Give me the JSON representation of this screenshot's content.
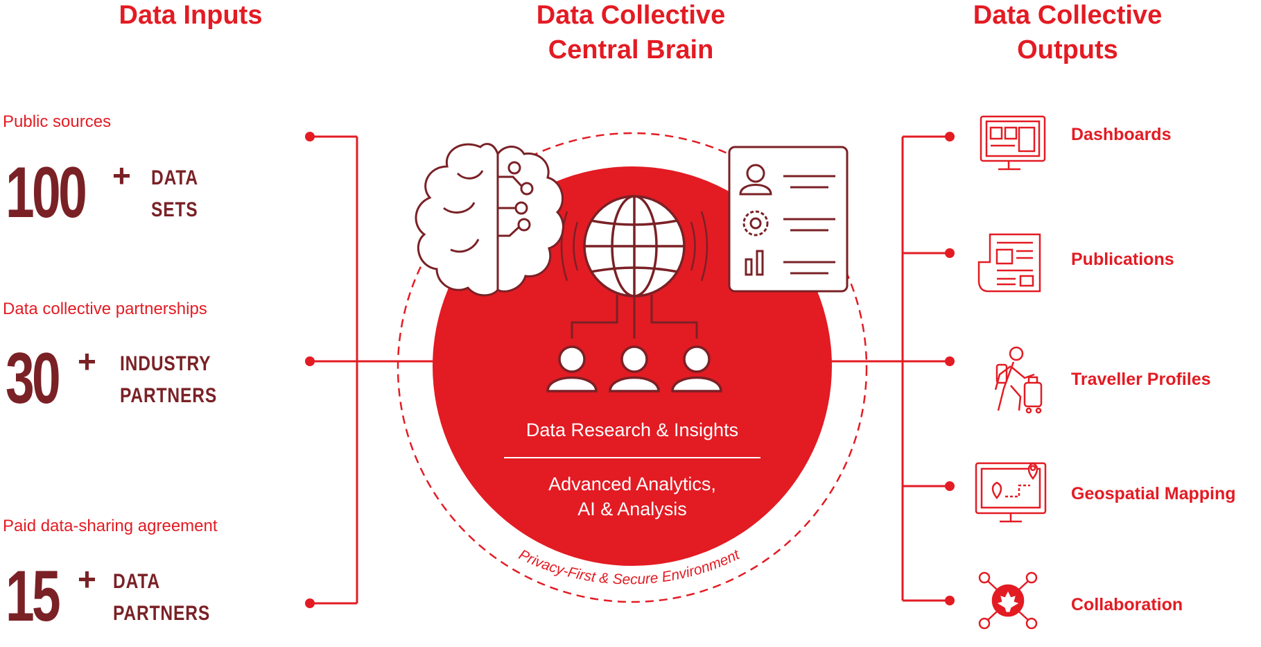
{
  "headings": {
    "inputs": "Data Inputs",
    "brain_line1": "Data Collective",
    "brain_line2": "Central Brain",
    "outputs_line1": "Data Collective",
    "outputs_line2": "Outputs"
  },
  "inputs": [
    {
      "label": "Public sources",
      "number": "100",
      "plus": "+",
      "unit_line1": "DATA",
      "unit_line2": "SETS"
    },
    {
      "label": "Data collective partnerships",
      "number": "30",
      "plus": "+",
      "unit_line1": "INDUSTRY",
      "unit_line2": "PARTNERS"
    },
    {
      "label": "Paid data-sharing agreement",
      "number": "15",
      "plus": "+",
      "unit_line1": "DATA",
      "unit_line2": "PARTNERS"
    }
  ],
  "center": {
    "line1": "Data Research & Insights",
    "line2": "Advanced Analytics,",
    "line3": "AI & Analysis",
    "ring_text": "Privacy-First & Secure Environment"
  },
  "outputs": [
    {
      "label": "Dashboards",
      "icon": "dashboard-monitor-icon"
    },
    {
      "label": "Publications",
      "icon": "newspaper-icon"
    },
    {
      "label": "Traveller Profiles",
      "icon": "traveller-luggage-icon"
    },
    {
      "label": "Geospatial Mapping",
      "icon": "map-pin-monitor-icon"
    },
    {
      "label": "Collaboration",
      "icon": "maple-leaf-network-icon"
    }
  ],
  "colors": {
    "accent_red": "#e31b23",
    "dark_maroon": "#7a2126",
    "white": "#ffffff"
  }
}
